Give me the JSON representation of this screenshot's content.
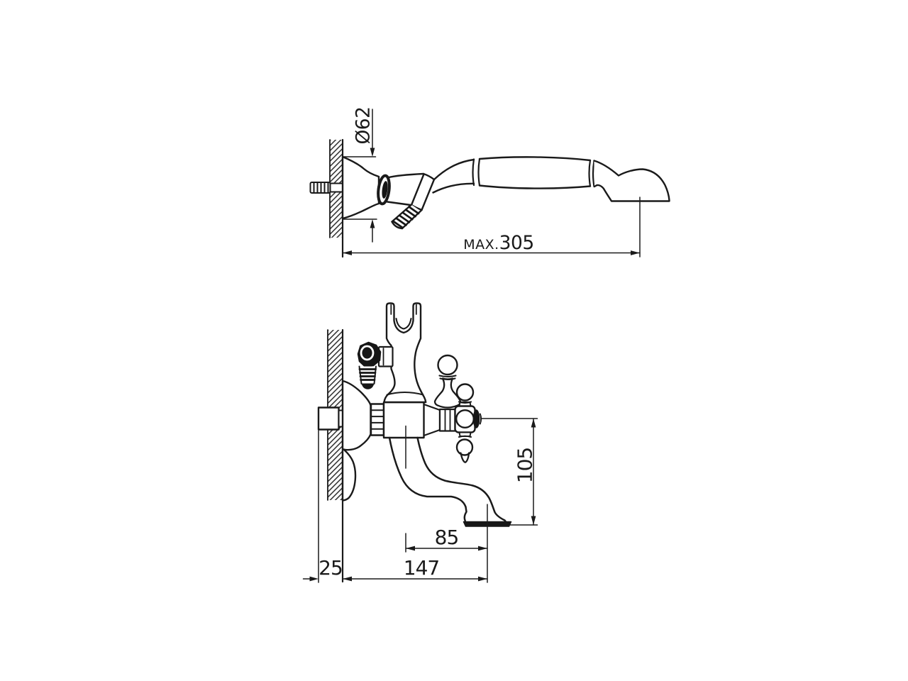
{
  "colors": {
    "background": "#ffffff",
    "line": "#1a1a1a"
  },
  "views": {
    "handshower": {
      "dimensions": {
        "bracket_diameter": "Ø62",
        "max_reach_prefix": "MAX.",
        "max_reach_value": "305"
      }
    },
    "mixer": {
      "dimensions": {
        "outlet_height": "105",
        "outlet_offset": "85",
        "overall_depth": "147",
        "wall_recess": "25"
      }
    }
  }
}
